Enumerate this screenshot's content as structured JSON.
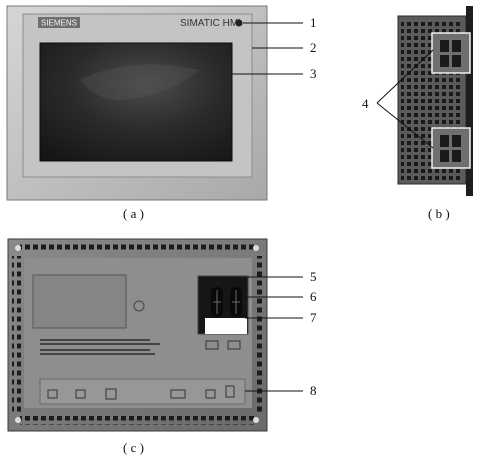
{
  "panel_a": {
    "brand_label": "SIEMENS",
    "model_label": "SIMATIC HMI",
    "caption": "( a )"
  },
  "panel_b": {
    "caption": "( b )"
  },
  "panel_c": {
    "caption": "( c )"
  },
  "callouts": [
    "1",
    "2",
    "3",
    "4",
    "5",
    "6",
    "7",
    "8"
  ]
}
